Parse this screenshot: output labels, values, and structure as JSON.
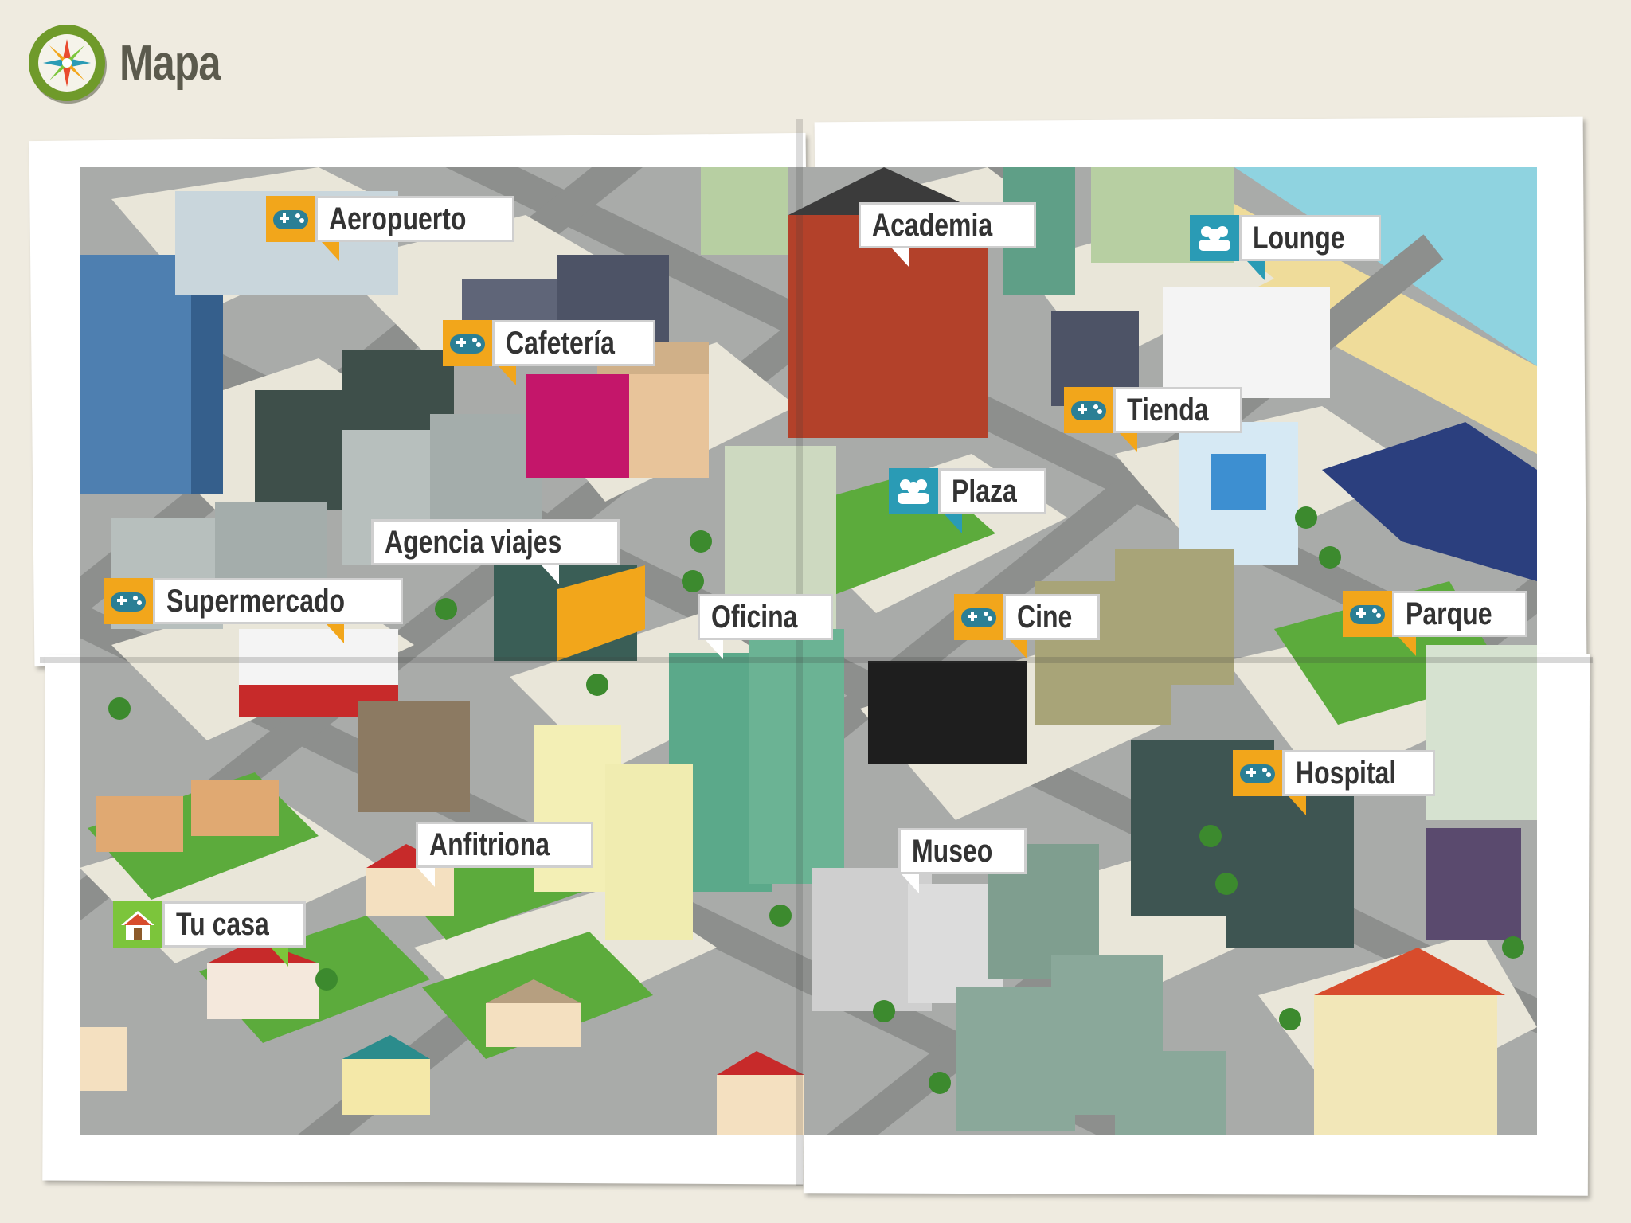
{
  "header": {
    "title": "Mapa",
    "icon": "compass-icon"
  },
  "colors": {
    "game_location": "#f2a61b",
    "social_location": "#2a9bb5",
    "home": "#7cc53b",
    "background": "#efebe0"
  },
  "locations": [
    {
      "name": "Aeropuerto",
      "icon": "gamepad-icon"
    },
    {
      "name": "Academia",
      "icon": ""
    },
    {
      "name": "Lounge",
      "icon": "people-icon"
    },
    {
      "name": "Cafetería",
      "icon": "gamepad-icon"
    },
    {
      "name": "Tienda",
      "icon": "gamepad-icon"
    },
    {
      "name": "Plaza",
      "icon": "people-icon"
    },
    {
      "name": "Agencia viajes",
      "icon": ""
    },
    {
      "name": "Supermercado",
      "icon": "gamepad-icon"
    },
    {
      "name": "Oficina",
      "icon": ""
    },
    {
      "name": "Cine",
      "icon": "gamepad-icon"
    },
    {
      "name": "Parque",
      "icon": "gamepad-icon"
    },
    {
      "name": "Hospital",
      "icon": "gamepad-icon"
    },
    {
      "name": "Anfitriona",
      "icon": ""
    },
    {
      "name": "Museo",
      "icon": ""
    },
    {
      "name": "Tu casa",
      "icon": "house-icon"
    }
  ]
}
